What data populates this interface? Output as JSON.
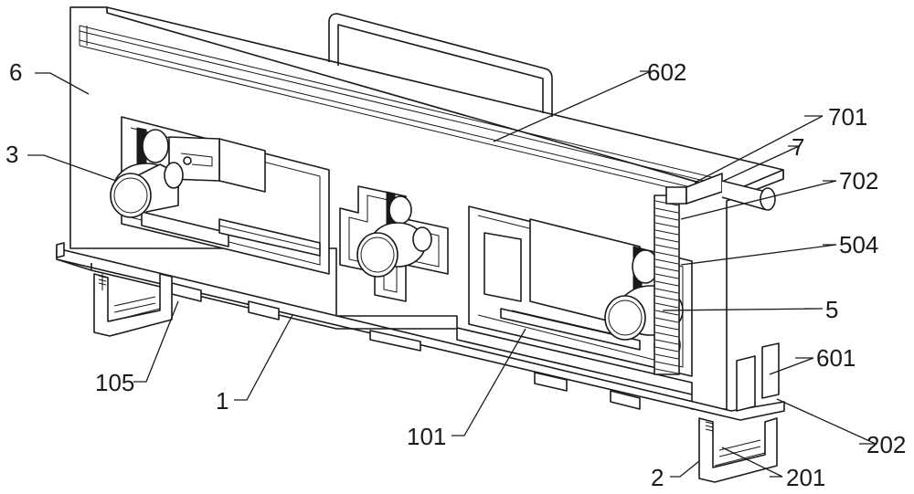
{
  "labels": {
    "l6": "6",
    "l3": "3",
    "l602": "602",
    "l701": "701",
    "l7": "7",
    "l702": "702",
    "l504": "504",
    "l5": "5",
    "l601": "601",
    "l202": "202",
    "l201": "201",
    "l2": "2",
    "l101": "101",
    "l1": "1",
    "l105": "105"
  }
}
